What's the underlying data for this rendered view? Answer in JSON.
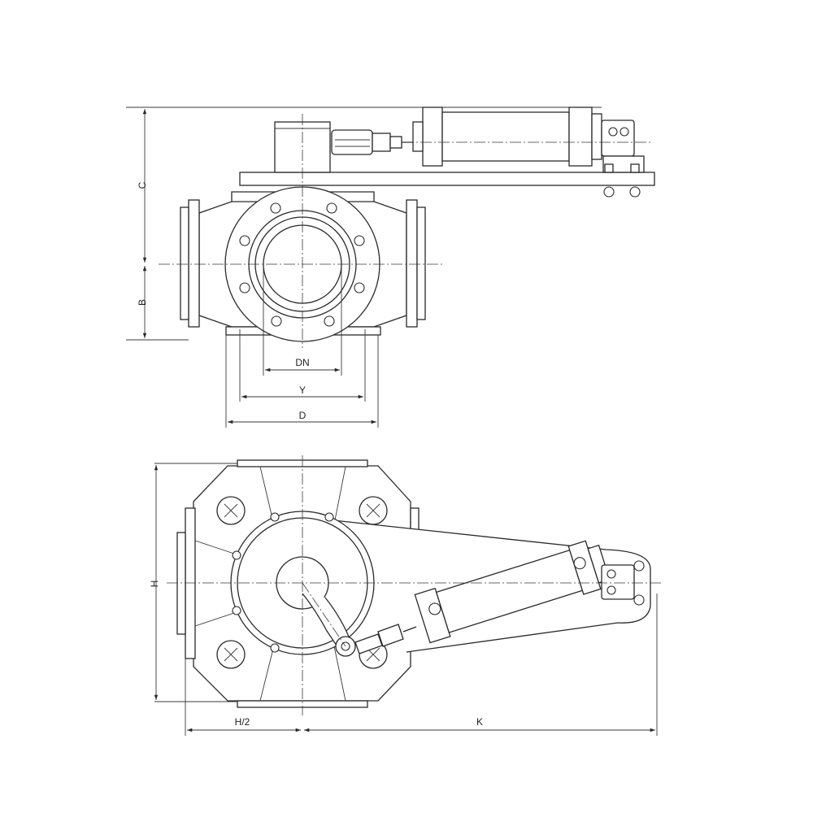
{
  "dimensions": {
    "c": "C",
    "b": "B",
    "dn": "DN",
    "y": "Y",
    "d": "D",
    "h": "H",
    "h_half": "H/2",
    "k": "K"
  },
  "colors": {
    "line": "#2a2a2a",
    "background": "#ffffff"
  }
}
